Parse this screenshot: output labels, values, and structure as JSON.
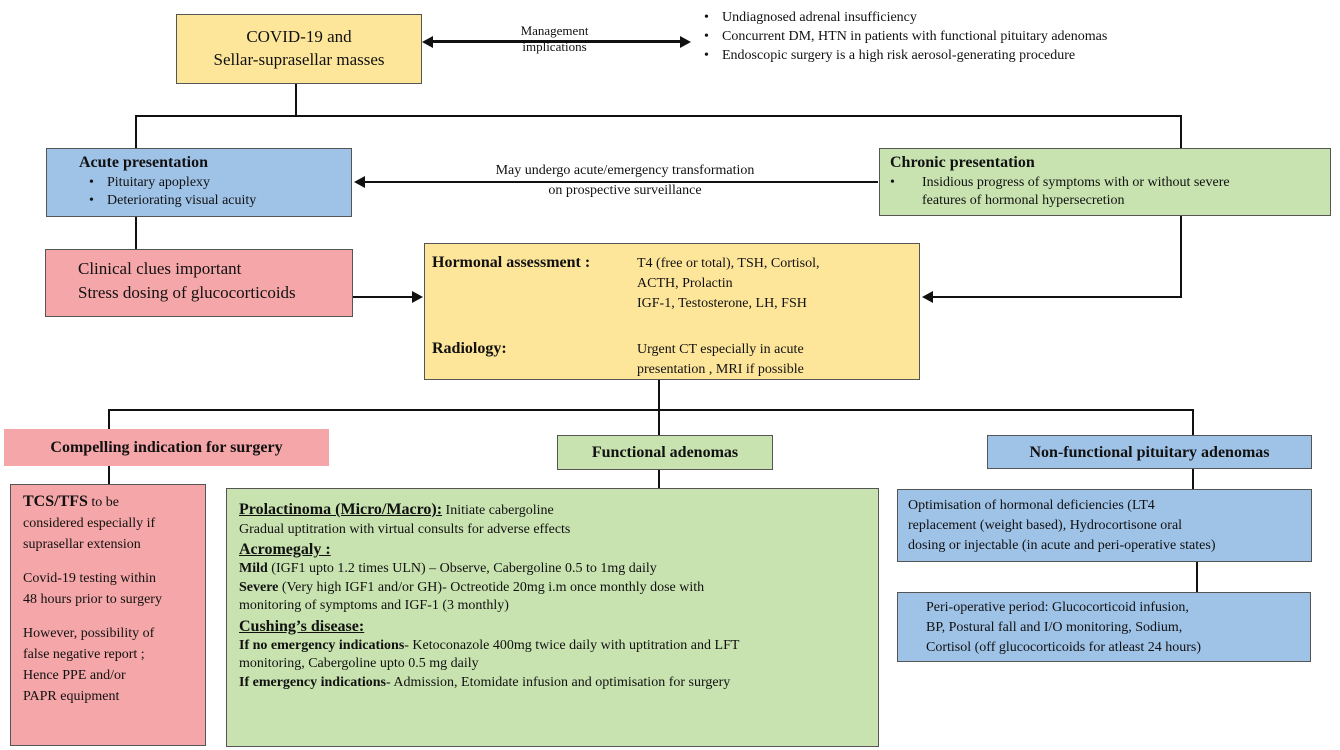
{
  "top": {
    "title_line1": "COVID-19 and",
    "title_line2": "Sellar-suprasellar masses",
    "arrow_label_line1": "Management",
    "arrow_label_line2": "implications",
    "implications": [
      "Undiagnosed adrenal insufficiency",
      "Concurrent DM, HTN in patients with functional pituitary adenomas",
      "Endoscopic surgery is a high risk aerosol-generating procedure"
    ]
  },
  "acute": {
    "title": "Acute presentation",
    "items": [
      "Pituitary apoplexy",
      "Deteriorating visual acuity"
    ]
  },
  "transform": {
    "line1": "May undergo acute/emergency transformation",
    "line2": "on prospective surveillance"
  },
  "chronic": {
    "title": "Chronic presentation",
    "item_line1": "Insidious progress of symptoms with or without severe",
    "item_line2": "features of hormonal hypersecretion"
  },
  "clinical": {
    "line1": "Clinical clues important",
    "line2": "Stress dosing of glucocorticoids"
  },
  "assessment": {
    "hormonal_label": "Hormonal assessment :",
    "hormonal_line1": "T4 (free or total), TSH, Cortisol,",
    "hormonal_line2": "ACTH, Prolactin",
    "hormonal_line3": "IGF-1, Testosterone, LH, FSH",
    "radiology_label": "Radiology:",
    "radiology_line1": "Urgent CT especially in acute",
    "radiology_line2": "presentation , MRI if possible"
  },
  "surgery": {
    "header": "Compelling indication for surgery",
    "tcs_bold": "TCS/TFS",
    "tcs_rest": " to be",
    "l2": "considered especially if",
    "l3": "suprasellar extension",
    "l4": "Covid-19 testing within",
    "l5": "48 hours prior to surgery",
    "l6": "However, possibility of",
    "l7": "false negative report ;",
    "l8": "Hence PPE and/or",
    "l9": "PAPR equipment"
  },
  "functional": {
    "header": "Functional adenomas",
    "prl_title": "Prolactinoma (Micro/Macro):",
    "prl_text": " Initiate cabergoline",
    "prl_line2": "Gradual uptitration with virtual consults for adverse effects",
    "acro_title": "Acromegaly :",
    "mild_bold": "Mild",
    "mild_text": " (IGF1 upto 1.2 times ULN) – Observe, Cabergoline 0.5 to 1mg daily",
    "severe_bold": "Severe",
    "severe_text": " (Very high IGF1 and/or GH)- Octreotide 20mg i.m once monthly dose with",
    "severe_line2": "monitoring of symptoms and IGF-1 (3 monthly)",
    "cush_title": "Cushing’s disease:",
    "noemg_bold": "If no emergency indications",
    "noemg_text": "- Ketoconazole 400mg twice daily with uptitration and LFT",
    "noemg_line2": "monitoring, Cabergoline upto 0.5 mg daily",
    "emg_bold": "If emergency indications",
    "emg_text": "- Admission, Etomidate infusion and optimisation for surgery"
  },
  "nonfunctional": {
    "header": "Non-functional pituitary adenomas",
    "opt_line1": "Optimisation of hormonal deficiencies (LT4",
    "opt_line2": "replacement (weight based), Hydrocortisone oral",
    "opt_line3": "dosing or injectable (in acute and peri-operative states)",
    "peri_line1": "Peri-operative period: Glucocorticoid infusion,",
    "peri_line2": "BP, Postural fall and I/O monitoring, Sodium,",
    "peri_line3": "Cortisol (off glucocorticoids for atleast 24 hours)"
  },
  "colors": {
    "yellow": "#fde59a",
    "blue": "#9fc2e7",
    "green": "#c8e2b0",
    "pink": "#f4a6a8"
  }
}
